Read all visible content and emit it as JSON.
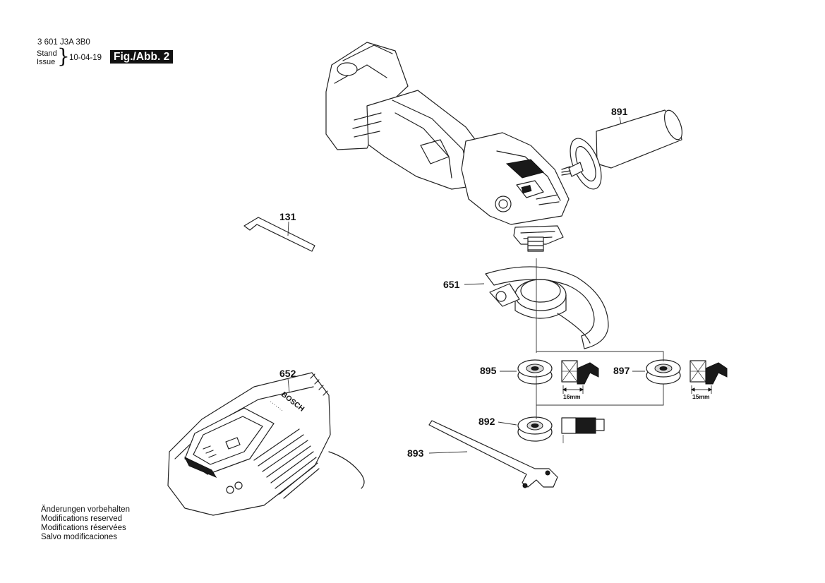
{
  "header": {
    "document_number": "3 601 J3A 3B0",
    "stand_label": "Stand",
    "issue_label": "Issue",
    "brace": "}",
    "issue_date": "10-04-19",
    "figure_label": "Fig./Abb. 2"
  },
  "parts": {
    "p891": "891",
    "p131": "131",
    "p651": "651",
    "p895": "895",
    "p897": "897",
    "p652": "652",
    "p892": "892",
    "p893": "893"
  },
  "dimensions": {
    "d895": "16mm",
    "d897": "15mm"
  },
  "charger": {
    "brand_text": "BOSCH"
  },
  "footer": {
    "notes": [
      "Änderungen vorbehalten",
      "Modifications reserved",
      "Modifications réservées",
      "Salvo modificaciones"
    ]
  }
}
